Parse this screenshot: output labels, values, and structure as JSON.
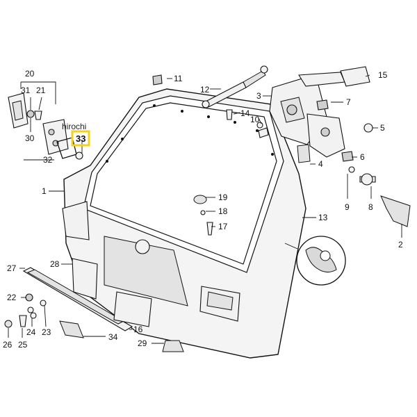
{
  "callouts": {
    "c1": "1",
    "c2": "2",
    "c3": "3",
    "c4": "4",
    "c5": "5",
    "c6": "6",
    "c7": "7",
    "c8": "8",
    "c9": "9",
    "c10": "10",
    "c11": "11",
    "c12": "12",
    "c13": "13",
    "c14": "14",
    "c15": "15",
    "c16": "16",
    "c17": "17",
    "c18": "18",
    "c19": "19",
    "c20": "20",
    "c21": "21",
    "c22": "22",
    "c23": "23",
    "c24": "24",
    "c25": "25",
    "c26": "26",
    "c27": "27",
    "c28": "28",
    "c29": "29",
    "c30": "30",
    "c31": "31",
    "c32": "32",
    "c33": "33",
    "c34": "34"
  },
  "highlight": {
    "part": "33",
    "color": "#f2d21b"
  },
  "watermark": "hirochi"
}
